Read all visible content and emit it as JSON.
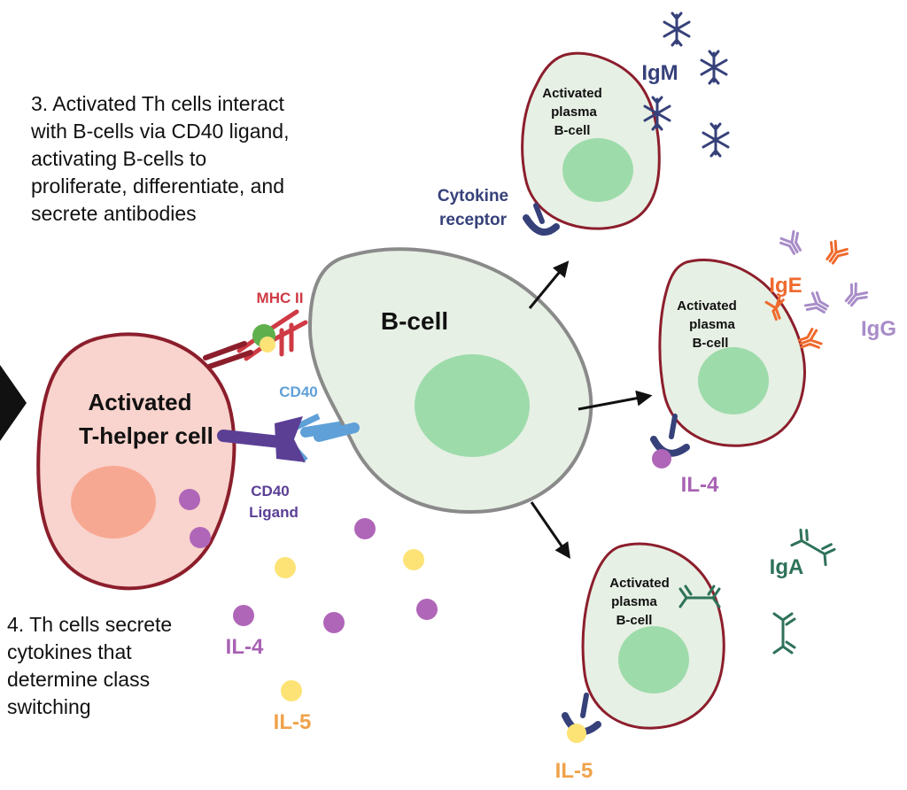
{
  "step3": {
    "lines": [
      "3. Activated Th cells interact",
      "with B-cells via CD40 ligand,",
      "activating B-cells to",
      "proliferate, differentiate, and",
      "secrete antibodies"
    ]
  },
  "step4": {
    "lines": [
      "4. Th cells secrete",
      "cytokines that",
      "determine class",
      "switching"
    ]
  },
  "thelper": {
    "line1": "Activated",
    "line2": "T-helper cell"
  },
  "bcell": {
    "label": "B-cell"
  },
  "receptors": {
    "mhc": "MHC II",
    "cd40": "CD40",
    "cd40_ligand_line1": "CD40",
    "cd40_ligand_line2": "Ligand"
  },
  "cytokines": {
    "il4": "IL-4",
    "il5": "IL-5"
  },
  "plasma_cell": {
    "line1": "Activated",
    "line2": "plasma",
    "line3": "B-cell"
  },
  "cytokine_receptor": {
    "line1": "Cytokine",
    "line2": "receptor"
  },
  "antibodies": {
    "igm": "IgM",
    "ige": "IgE",
    "igg": "IgG",
    "iga": "IgA"
  },
  "colors": {
    "thelper_fill": "#f9d3cd",
    "thelper_stroke": "#8c1e2c",
    "thelper_nucleus": "#f7a892",
    "bcell_fill": "#e6f0e4",
    "bcell_stroke": "#8a8a8a",
    "nucleus_green": "#9edbab",
    "plasma_stroke": "#8c1e2c",
    "mhc_red": "#cf3a44",
    "cd40_blue": "#5fa0d8",
    "cd40l_purple": "#5b3f95",
    "navy": "#36417a",
    "purple_dot": "#b066b8",
    "yellow_dot": "#fde376",
    "il4_text": "#a862b4",
    "il5_text": "#f0a24a",
    "igg": "#a88cc8",
    "ige": "#ef6a2e",
    "iga": "#2e7259",
    "arrow": "#111111"
  }
}
